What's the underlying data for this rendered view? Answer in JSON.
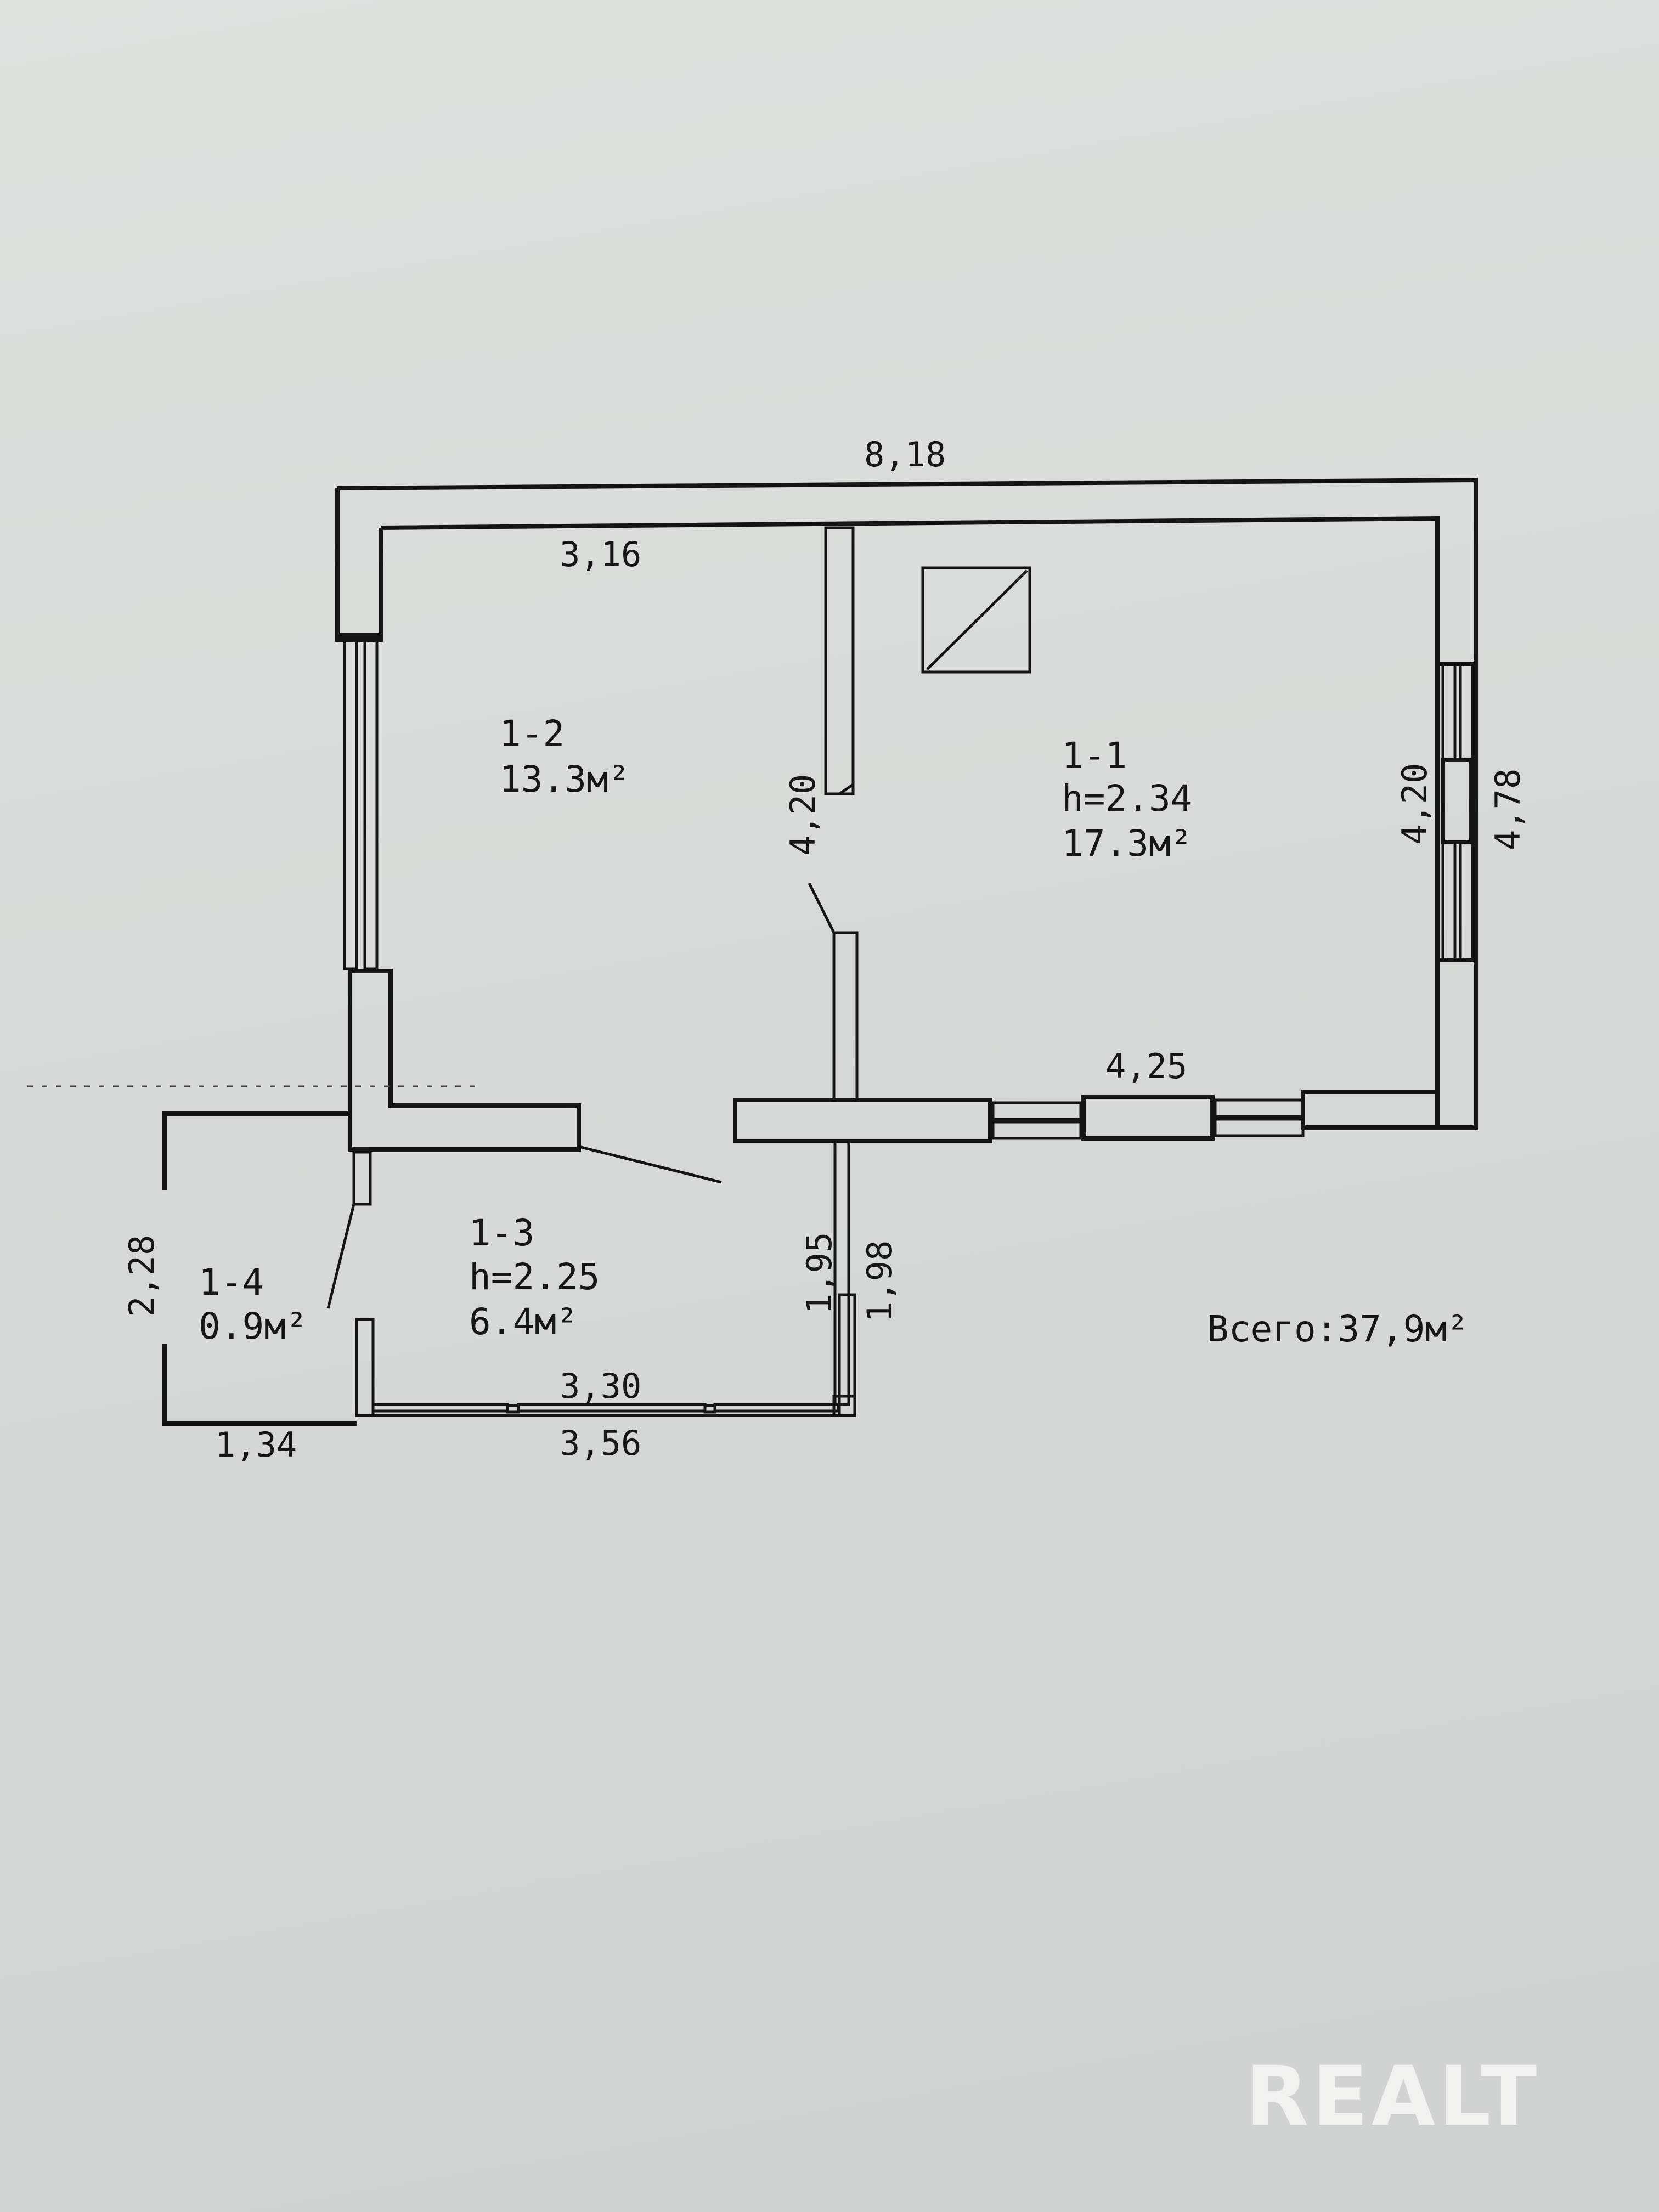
{
  "dimensions": {
    "top_total": "8,18",
    "room12_width": "3,16",
    "partition_height": "4,20",
    "right_inner": "4,20",
    "right_outer": "4,78",
    "room11_bottom": "4,25",
    "left_annex": "2,28",
    "annex_bottom": "1,34",
    "room13_inner": "3,30",
    "room13_outer": "3,56",
    "room13_inner_height": "1,95",
    "room13_outer_height": "1,98"
  },
  "rooms": [
    {
      "id": "1-1",
      "height": "h=2.34",
      "area": "17.3м²"
    },
    {
      "id": "1-2",
      "area": "13.3м²"
    },
    {
      "id": "1-3",
      "height": "h=2.25",
      "area": "6.4м²"
    },
    {
      "id": "1-4",
      "area": "0.9м²"
    }
  ],
  "total": "Всего:37,9м²",
  "watermark": "REALT"
}
